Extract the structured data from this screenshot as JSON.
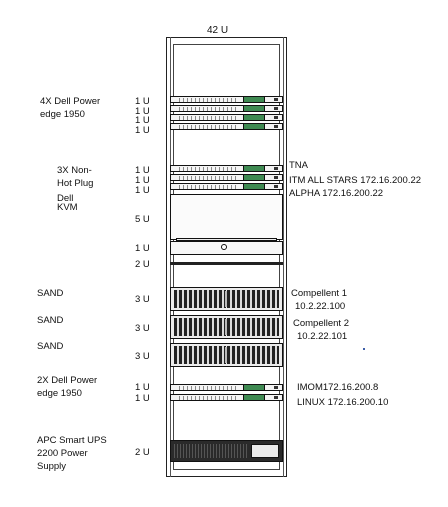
{
  "rack": {
    "title": "42 U"
  },
  "left_labels": [
    {
      "key": "dell1950_a_1",
      "text": "4X Dell Power"
    },
    {
      "key": "dell1950_a_2",
      "text": "edge 1950"
    },
    {
      "key": "nonhot_1",
      "text": "3X Non-"
    },
    {
      "key": "nonhot_2",
      "text": "Hot Plug"
    },
    {
      "key": "nonhot_3",
      "text": "Dell"
    },
    {
      "key": "kvm",
      "text": "KVM"
    },
    {
      "key": "sand_1",
      "text": "SAND"
    },
    {
      "key": "sand_2",
      "text": "SAND"
    },
    {
      "key": "sand_3",
      "text": "SAND"
    },
    {
      "key": "dell1950_b_1",
      "text": "2X Dell Power"
    },
    {
      "key": "dell1950_b_2",
      "text": "edge 1950"
    },
    {
      "key": "ups_1",
      "text": "APC Smart UPS"
    },
    {
      "key": "ups_2",
      "text": "2200 Power"
    },
    {
      "key": "ups_3",
      "text": "Supply"
    }
  ],
  "unit_labels": [
    "1 U",
    "1 U",
    "1 U",
    "1 U",
    "1 U",
    "1 U",
    "1 U",
    "5 U",
    "1 U",
    "2 U",
    "3 U",
    "3 U",
    "3 U",
    "1 U",
    "1 U",
    "2 U"
  ],
  "right_labels": [
    "TNA",
    "ITM ALL STARS 172.16.200.22",
    "ALPHA 172.16.200.22",
    "Compellent 1",
    "10.2.22.100",
    "Compellent 2",
    "10.2.22.101",
    "IMOM172.16.200.8",
    "LINUX 172.16.200.10"
  ]
}
